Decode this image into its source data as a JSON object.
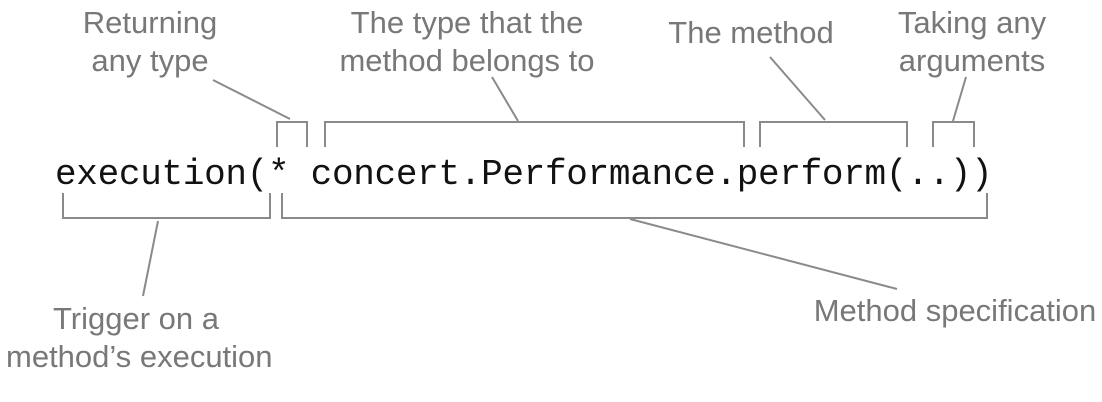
{
  "diagram": {
    "expression": "execution(* concert.Performance.perform(..))",
    "annotations": {
      "returning": {
        "line1": "Returning",
        "line2": "any type"
      },
      "owning_type": {
        "line1": "The type that the",
        "line2": "method belongs to"
      },
      "method": {
        "label": "The method"
      },
      "arguments": {
        "line1": "Taking any",
        "line2": "arguments"
      },
      "trigger": {
        "line1": "Trigger on a",
        "line2": "method’s execution"
      },
      "specification": {
        "label": "Method specification"
      }
    },
    "colors": {
      "label_text": "#787878",
      "line_art": "#8a8a8a",
      "code_text": "#121212",
      "background": "#ffffff"
    }
  }
}
